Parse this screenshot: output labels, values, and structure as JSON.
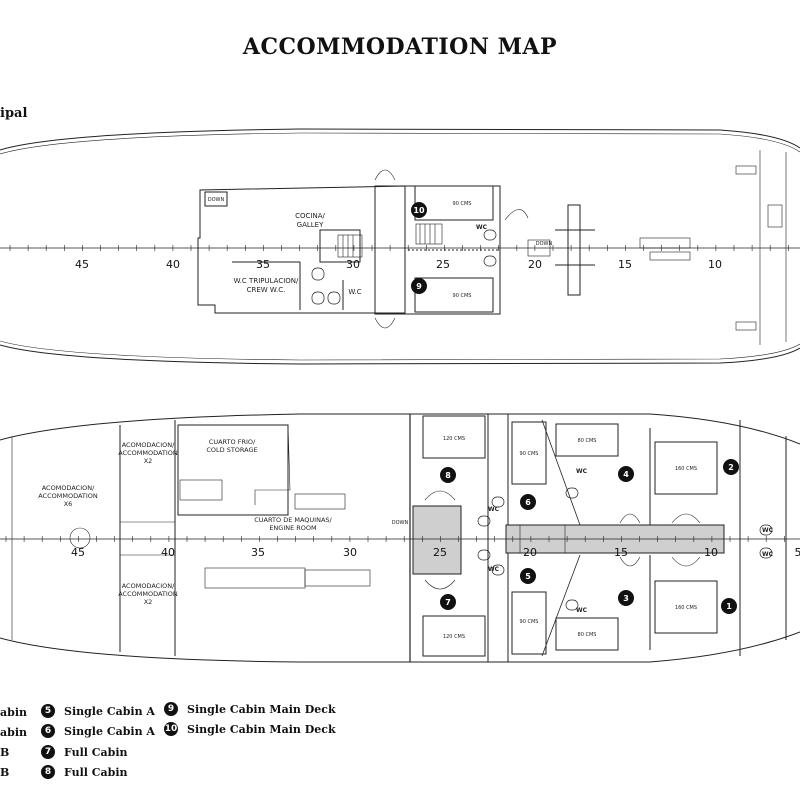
{
  "title": "ACCOMMODATION MAP",
  "upper_deck_label": "ipal",
  "upper_deck": {
    "galley_label_1": "COCINA/",
    "galley_label_2": "GALLEY",
    "crew_wc_1": "W.C TRIPULACION/",
    "crew_wc_2": "CREW W.C.",
    "wc_small": "W.C",
    "down_label": "DOWN",
    "down_label_2": "DOWN",
    "wc_cabin": "WC",
    "bed_size": "90 CMS",
    "cabin_numbers": [
      "10",
      "9"
    ],
    "scale": [
      "45",
      "40",
      "35",
      "30",
      "25",
      "20",
      "15",
      "10"
    ]
  },
  "lower_deck": {
    "acc_x2_top_1": "ACOMODACION/",
    "acc_x2_top_2": "ACCOMMODATION",
    "acc_x2_top_3": "X2",
    "acc_x6_1": "ACOMODACION/",
    "acc_x6_2": "ACCOMMODATION",
    "acc_x6_3": "X6",
    "acc_x2_bot_1": "ACOMODACION/",
    "acc_x2_bot_2": "ACCOMMODATION",
    "acc_x2_bot_3": "X2",
    "cold_1": "CUARTO FRIO/",
    "cold_2": "COLD STORAGE",
    "engine_1": "CUARTO DE MAQUINAS/",
    "engine_2": "ENGINE ROOM",
    "down_label": "DOWN",
    "wc": "WC",
    "bed_120": "120 CMS",
    "bed_160": "160 CMS",
    "bed_80": "80 CMS",
    "bed_90": "90 CMS",
    "cabin_numbers": [
      "8",
      "6",
      "4",
      "2",
      "7",
      "5",
      "3",
      "1"
    ],
    "scale": [
      "45",
      "40",
      "35",
      "30",
      "25",
      "20",
      "15",
      "10",
      "5"
    ]
  },
  "legend": {
    "col1": [
      "abin",
      "abin",
      "B",
      "B"
    ],
    "col2": [
      {
        "num": "5",
        "label": "Single Cabin A"
      },
      {
        "num": "6",
        "label": "Single Cabin A"
      },
      {
        "num": "7",
        "label": "Full Cabin"
      },
      {
        "num": "8",
        "label": "Full Cabin"
      }
    ],
    "col3": [
      {
        "num": "9",
        "label": "Single Cabin Main Deck"
      },
      {
        "num": "10",
        "label": "Single Cabin Main Deck"
      }
    ]
  }
}
